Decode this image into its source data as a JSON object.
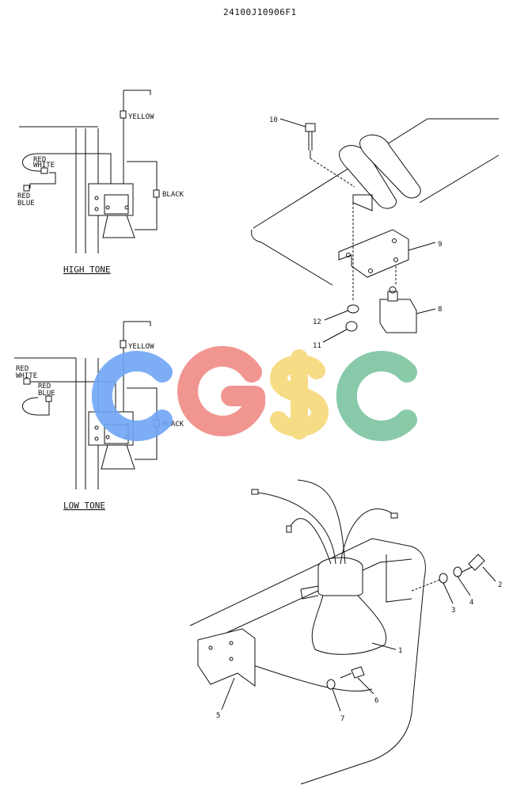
{
  "drawing_number": "24100J10906F1",
  "high_tone": {
    "caption": "HIGH TONE",
    "wires": [
      "YELLOW",
      "BLACK",
      "RED",
      "WHITE",
      "RED",
      "BLUE"
    ]
  },
  "low_tone": {
    "caption": "LOW TONE",
    "wires": [
      "YELLOW",
      "BLACK",
      "RED",
      "WHITE",
      "RED",
      "BLUE"
    ]
  },
  "part_numbers": [
    "1",
    "2",
    "3",
    "4",
    "5",
    "6",
    "7",
    "8",
    "9",
    "10",
    "11",
    "12"
  ],
  "watermark": {
    "text": "CGSC",
    "colors": [
      "#6fa6f5",
      "#f08a84",
      "#f7d97a",
      "#7cc4a0"
    ]
  }
}
